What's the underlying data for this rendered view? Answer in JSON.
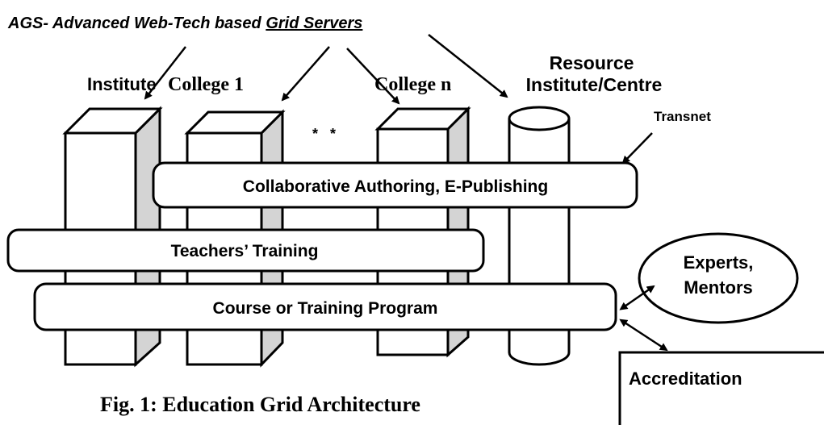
{
  "header": {
    "prefix": "AGS- Advanced Web-Tech based ",
    "underlined": "Grid Servers"
  },
  "servers": {
    "institute": "Institute",
    "college_1": "College 1",
    "ellipsis": "*   *",
    "college_n": "College n",
    "resource_line1": "Resource",
    "resource_line2": "Institute/Centre",
    "transnet": "Transnet"
  },
  "layers": {
    "collaborative": "Collaborative Authoring, E-Publishing",
    "teachers": "Teachers’ Training",
    "course": "Course or Training Program"
  },
  "experts": {
    "line1": "Experts,",
    "line2": "Mentors"
  },
  "accreditation": "Accreditation",
  "caption": "Fig. 1: Education Grid Architecture"
}
